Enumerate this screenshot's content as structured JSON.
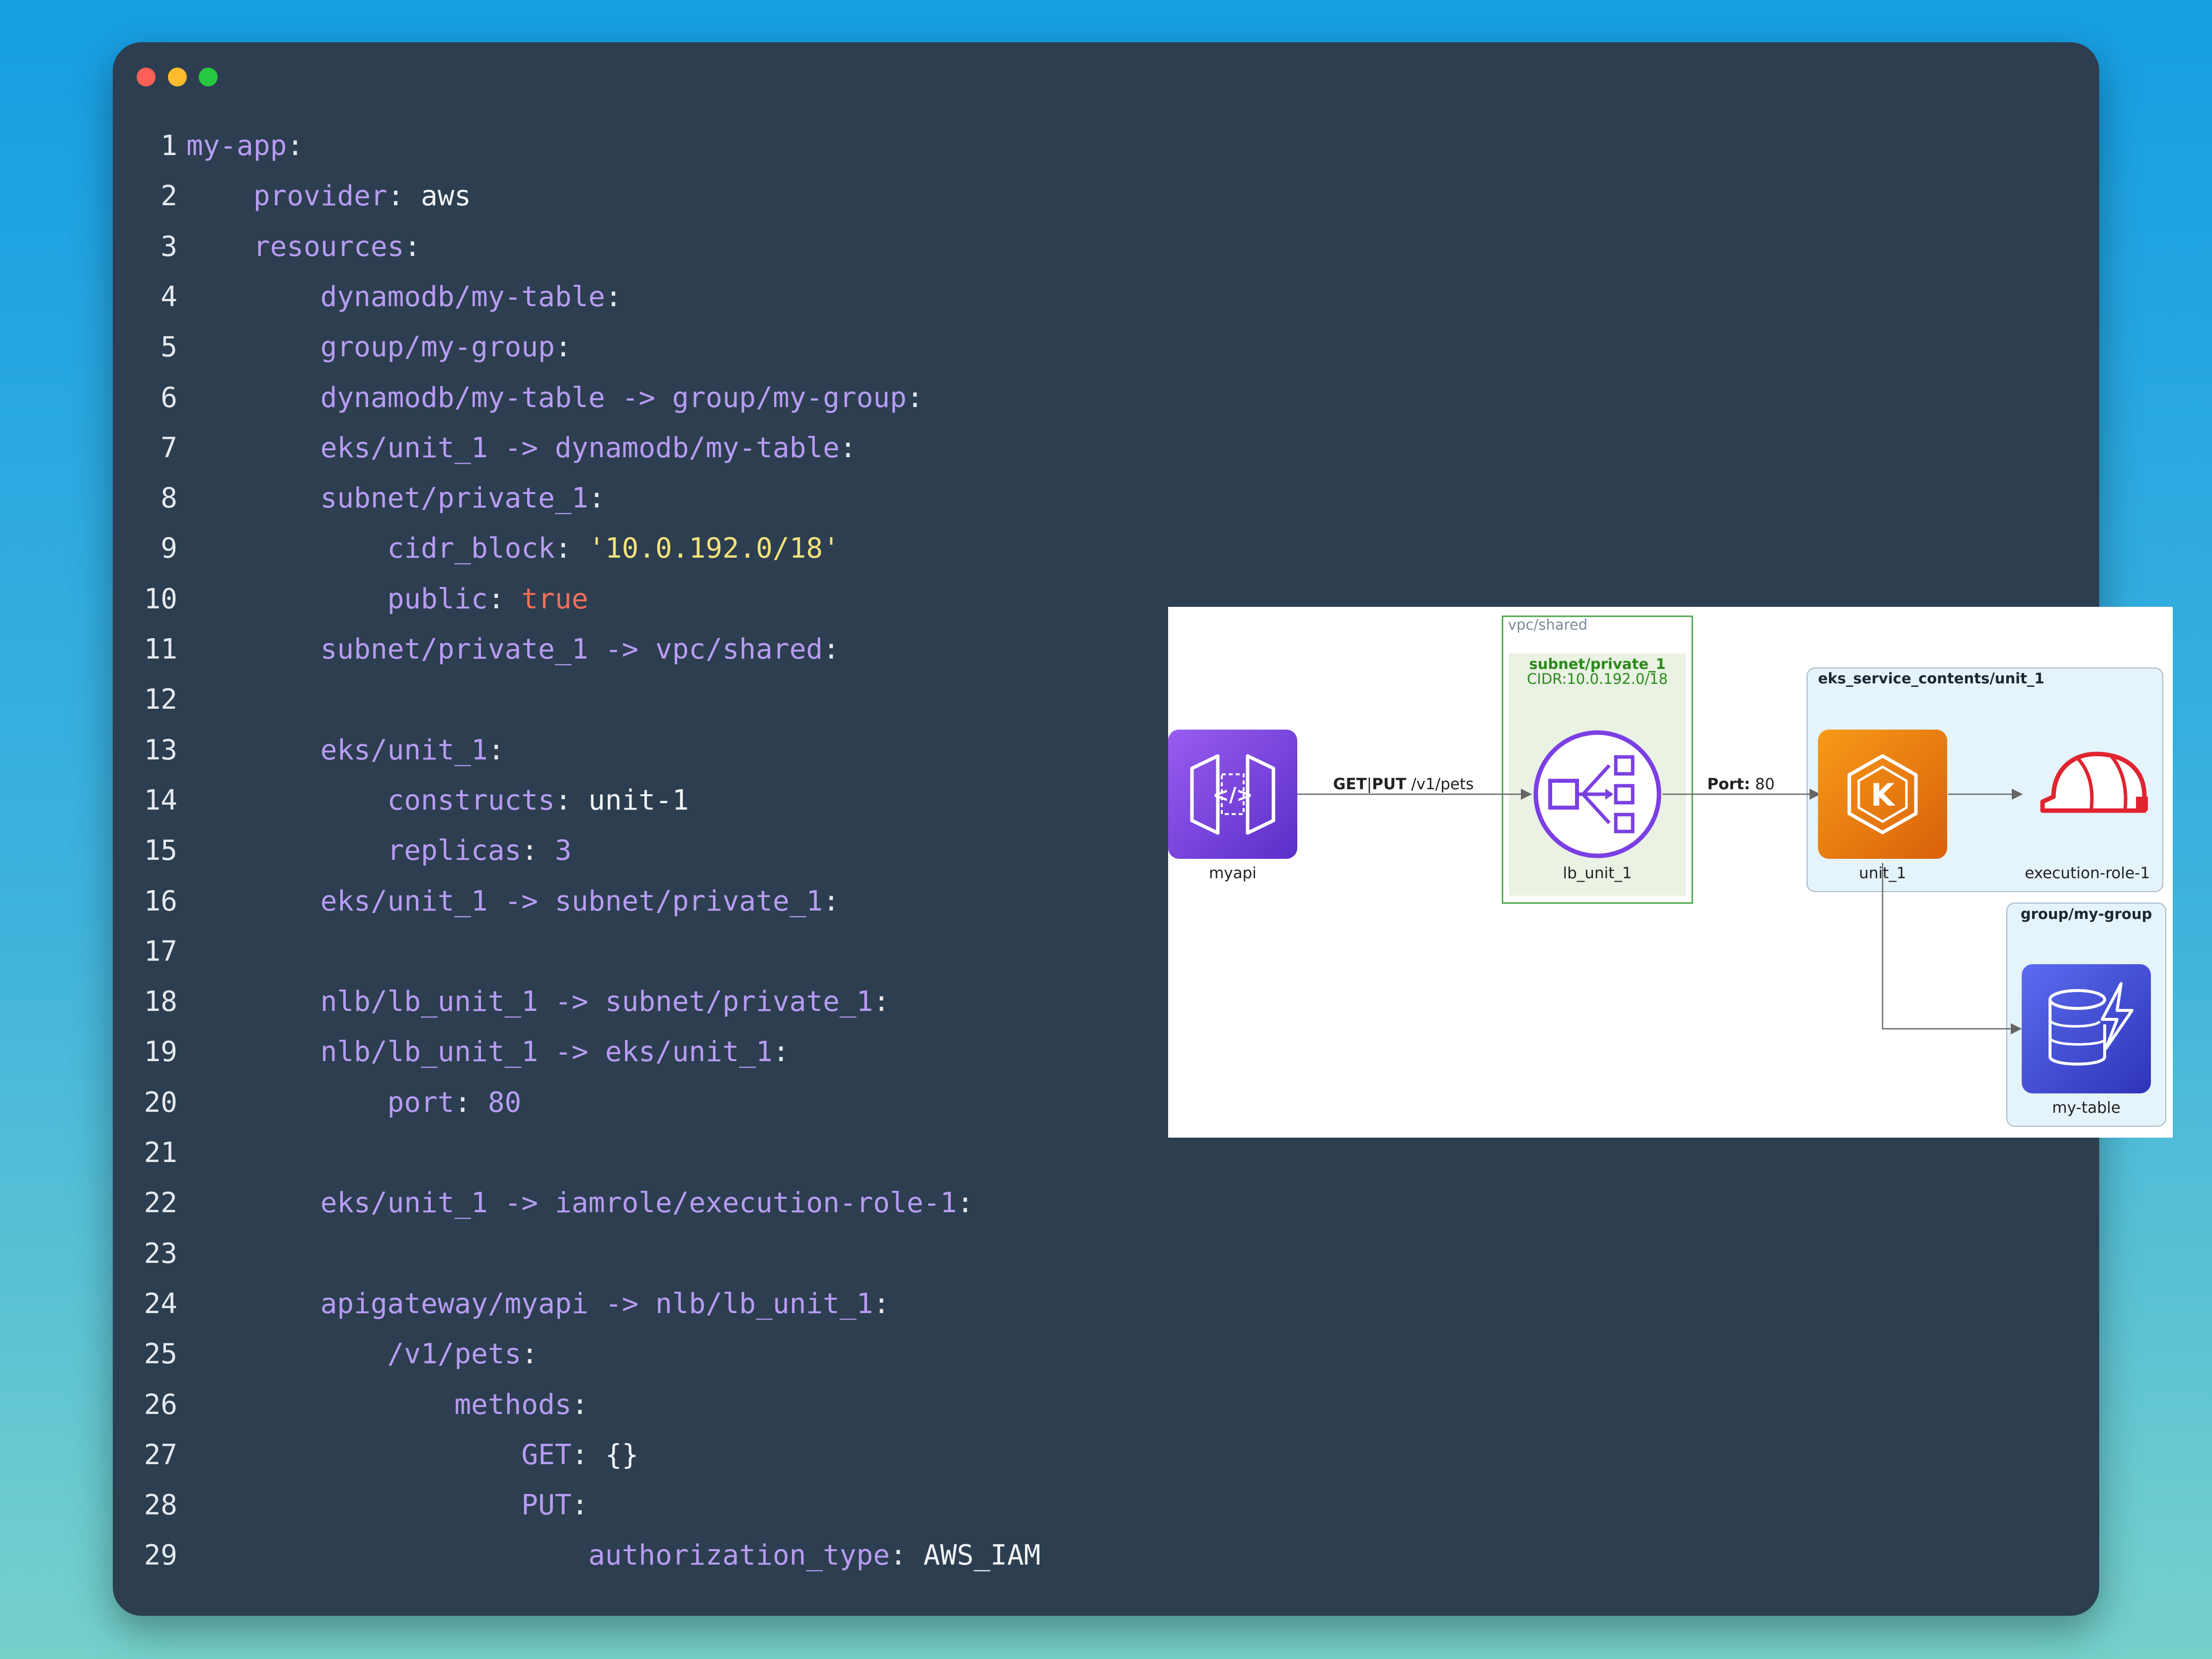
{
  "code": {
    "lines": [
      {
        "n": "1",
        "indent": 0,
        "parts": [
          {
            "c": "k",
            "t": "my-app"
          },
          {
            "c": "p",
            "t": ":"
          }
        ]
      },
      {
        "n": "2",
        "indent": 1,
        "parts": [
          {
            "c": "k",
            "t": "provider"
          },
          {
            "c": "p",
            "t": ": "
          },
          {
            "c": "v",
            "t": "aws"
          }
        ]
      },
      {
        "n": "3",
        "indent": 1,
        "parts": [
          {
            "c": "k",
            "t": "resources"
          },
          {
            "c": "p",
            "t": ":"
          }
        ]
      },
      {
        "n": "4",
        "indent": 2,
        "parts": [
          {
            "c": "k",
            "t": "dynamodb/my-table"
          },
          {
            "c": "p",
            "t": ":"
          }
        ]
      },
      {
        "n": "5",
        "indent": 2,
        "parts": [
          {
            "c": "k",
            "t": "group/my-group"
          },
          {
            "c": "p",
            "t": ":"
          }
        ]
      },
      {
        "n": "6",
        "indent": 2,
        "parts": [
          {
            "c": "k",
            "t": "dynamodb/my-table -> group/my-group"
          },
          {
            "c": "p",
            "t": ":"
          }
        ]
      },
      {
        "n": "7",
        "indent": 2,
        "parts": [
          {
            "c": "k",
            "t": "eks/unit_1 -> dynamodb/my-table"
          },
          {
            "c": "p",
            "t": ":"
          }
        ]
      },
      {
        "n": "8",
        "indent": 2,
        "parts": [
          {
            "c": "k",
            "t": "subnet/private_1"
          },
          {
            "c": "p",
            "t": ":"
          }
        ]
      },
      {
        "n": "9",
        "indent": 3,
        "parts": [
          {
            "c": "k",
            "t": "cidr_block"
          },
          {
            "c": "p",
            "t": ": "
          },
          {
            "c": "s",
            "t": "'10.0.192.0/18'"
          }
        ]
      },
      {
        "n": "10",
        "indent": 3,
        "parts": [
          {
            "c": "k",
            "t": "public"
          },
          {
            "c": "p",
            "t": ": "
          },
          {
            "c": "b",
            "t": "true"
          }
        ]
      },
      {
        "n": "11",
        "indent": 2,
        "parts": [
          {
            "c": "k",
            "t": "subnet/private_1 -> vpc/shared"
          },
          {
            "c": "p",
            "t": ":"
          }
        ]
      },
      {
        "n": "12",
        "indent": 0,
        "parts": []
      },
      {
        "n": "13",
        "indent": 2,
        "parts": [
          {
            "c": "k",
            "t": "eks/unit_1"
          },
          {
            "c": "p",
            "t": ":"
          }
        ]
      },
      {
        "n": "14",
        "indent": 3,
        "parts": [
          {
            "c": "k",
            "t": "constructs"
          },
          {
            "c": "p",
            "t": ": "
          },
          {
            "c": "v",
            "t": "unit-1"
          }
        ]
      },
      {
        "n": "15",
        "indent": 3,
        "parts": [
          {
            "c": "k",
            "t": "replicas"
          },
          {
            "c": "p",
            "t": ": "
          },
          {
            "c": "n",
            "t": "3"
          }
        ]
      },
      {
        "n": "16",
        "indent": 2,
        "parts": [
          {
            "c": "k",
            "t": "eks/unit_1 -> subnet/private_1"
          },
          {
            "c": "p",
            "t": ":"
          }
        ]
      },
      {
        "n": "17",
        "indent": 0,
        "parts": []
      },
      {
        "n": "18",
        "indent": 2,
        "parts": [
          {
            "c": "k",
            "t": "nlb/lb_unit_1 -> subnet/private_1"
          },
          {
            "c": "p",
            "t": ":"
          }
        ]
      },
      {
        "n": "19",
        "indent": 2,
        "parts": [
          {
            "c": "k",
            "t": "nlb/lb_unit_1 -> eks/unit_1"
          },
          {
            "c": "p",
            "t": ":"
          }
        ]
      },
      {
        "n": "20",
        "indent": 3,
        "parts": [
          {
            "c": "k",
            "t": "port"
          },
          {
            "c": "p",
            "t": ": "
          },
          {
            "c": "n",
            "t": "80"
          }
        ]
      },
      {
        "n": "21",
        "indent": 0,
        "parts": []
      },
      {
        "n": "22",
        "indent": 2,
        "parts": [
          {
            "c": "k",
            "t": "eks/unit_1 -> iamrole/execution-role-1"
          },
          {
            "c": "p",
            "t": ":"
          }
        ]
      },
      {
        "n": "23",
        "indent": 0,
        "parts": []
      },
      {
        "n": "24",
        "indent": 2,
        "parts": [
          {
            "c": "k",
            "t": "apigateway/myapi -> nlb/lb_unit_1"
          },
          {
            "c": "p",
            "t": ":"
          }
        ]
      },
      {
        "n": "25",
        "indent": 3,
        "parts": [
          {
            "c": "k",
            "t": "/v1/pets"
          },
          {
            "c": "p",
            "t": ":"
          }
        ]
      },
      {
        "n": "26",
        "indent": 4,
        "parts": [
          {
            "c": "k",
            "t": "methods"
          },
          {
            "c": "p",
            "t": ":"
          }
        ]
      },
      {
        "n": "27",
        "indent": 5,
        "parts": [
          {
            "c": "k",
            "t": "GET"
          },
          {
            "c": "p",
            "t": ": "
          },
          {
            "c": "v",
            "t": "{}"
          }
        ]
      },
      {
        "n": "28",
        "indent": 5,
        "parts": [
          {
            "c": "k",
            "t": "PUT"
          },
          {
            "c": "p",
            "t": ":"
          }
        ]
      },
      {
        "n": "29",
        "indent": 6,
        "parts": [
          {
            "c": "k",
            "t": "authorization_type"
          },
          {
            "c": "p",
            "t": ": "
          },
          {
            "c": "v",
            "t": "AWS_IAM"
          }
        ]
      }
    ]
  },
  "diagram": {
    "vpc_label": "vpc/shared",
    "subnet_label": "subnet/private_1",
    "subnet_cidr": "CIDR:10.0.192.0/18",
    "eks_group_label": "eks_service_contents/unit_1",
    "group_label": "group/my-group",
    "nodes": {
      "myapi": "myapi",
      "lb": "lb_unit_1",
      "unit": "unit_1",
      "role": "execution-role-1",
      "table": "my-table"
    },
    "edge_api_methods_get": "GET",
    "edge_api_methods_sep": "|",
    "edge_api_methods_put": "PUT",
    "edge_api_path": " /v1/pets",
    "edge_port_key": "Port:",
    "edge_port_value": " 80",
    "icons": {
      "myapi": "api-gateway-icon",
      "lb": "network-load-balancer-icon",
      "unit": "eks-kubernetes-icon",
      "role": "iam-role-helmet-icon",
      "table": "dynamodb-table-icon"
    }
  },
  "colors": {
    "window_bg": "#2c3e50",
    "key": "#b79cf2",
    "string": "#f3e27a",
    "boolean": "#f26f57",
    "api_purple": "#7b3fe4",
    "eks_orange": "#e8730c",
    "role_red": "#e0242f",
    "dynamo_blue": "#3b48cc",
    "vpc_green": "#4aa64a"
  }
}
